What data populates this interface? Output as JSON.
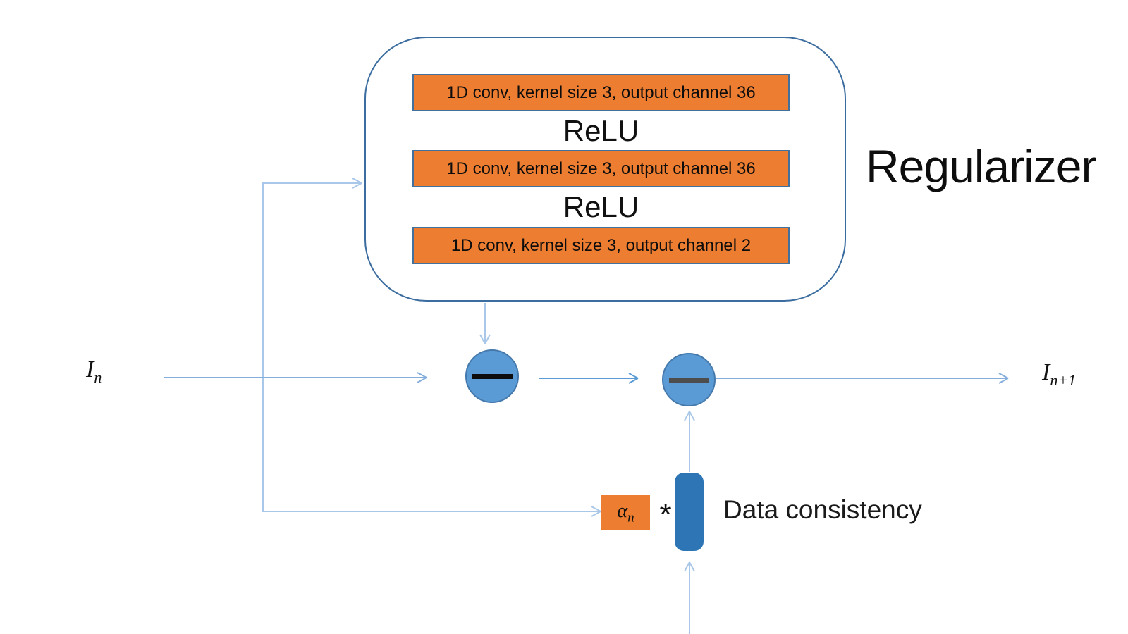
{
  "diagram": {
    "regularizer": {
      "title": "Regularizer",
      "layers": [
        {
          "type": "conv",
          "label": "1D conv, kernel size 3, output channel 36"
        },
        {
          "type": "relu",
          "label": "ReLU"
        },
        {
          "type": "conv",
          "label": "1D conv, kernel size 3, output channel 36"
        },
        {
          "type": "relu",
          "label": "ReLU"
        },
        {
          "type": "conv",
          "label": "1D conv, kernel size 3, output channel 2"
        }
      ]
    },
    "nodes": {
      "input": {
        "base": "I",
        "sub": "n"
      },
      "output": {
        "base": "I",
        "sub": "n+1"
      },
      "alpha": {
        "base": "α",
        "sub": "n"
      },
      "multiply": "*",
      "data_consistency_label": "Data consistency",
      "subtract_symbol": "minus"
    },
    "colors": {
      "layer_fill": "#ED7D31",
      "layer_border": "#41719C",
      "circle_fill": "#5B9BD5",
      "circle_border": "#4579AC",
      "container_border": "#3C6DA0",
      "dc_bar_fill": "#2E75B6",
      "arrow_light": "#A9C7E8",
      "arrow_medium": "#5B9BD5",
      "text": "#111111"
    }
  }
}
